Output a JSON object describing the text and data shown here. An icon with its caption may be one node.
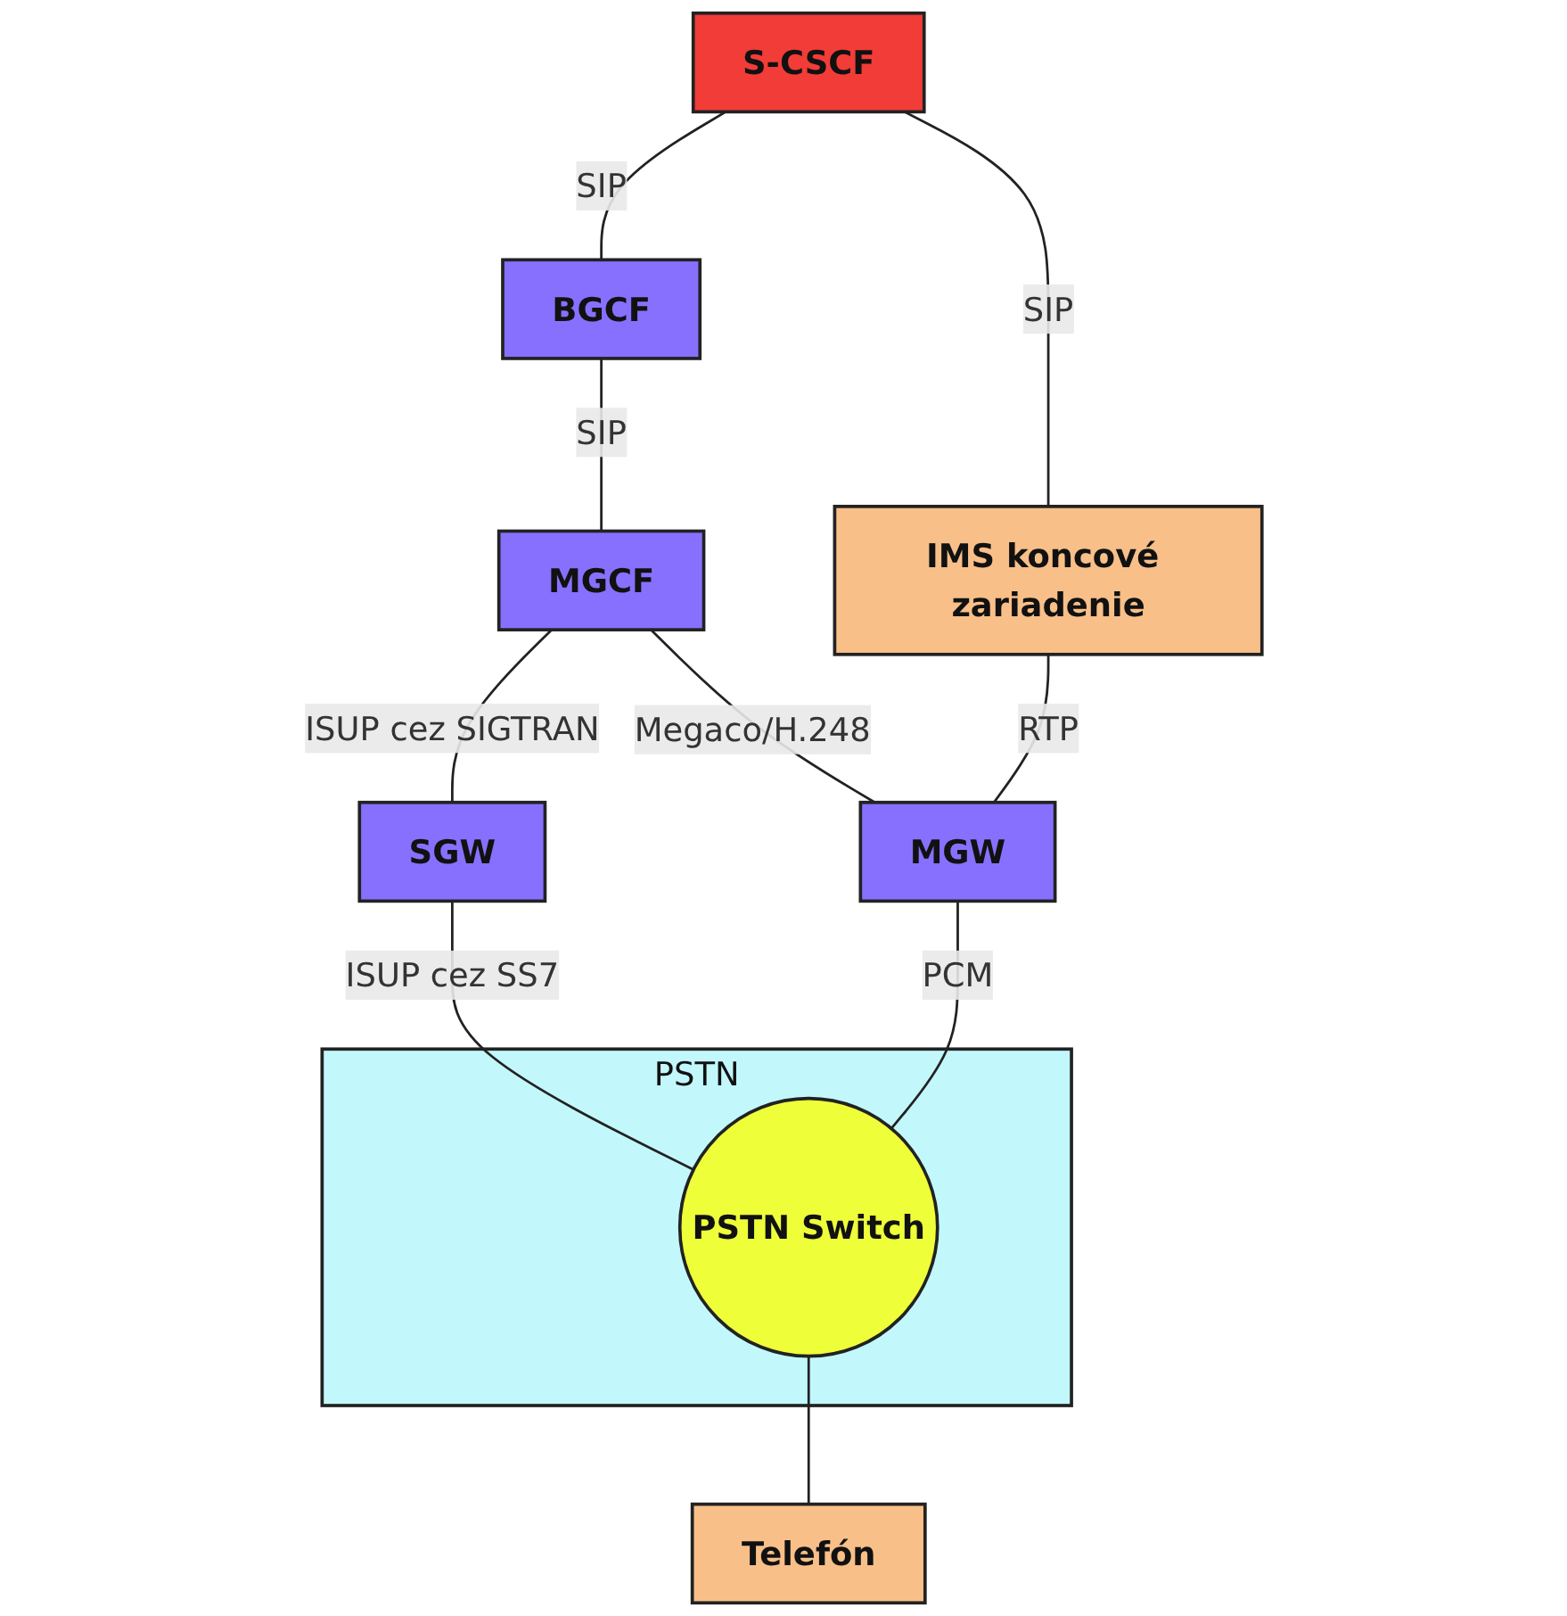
{
  "diagram": {
    "nodes": [
      {
        "text": [
          "S-CSCF"
        ]
      },
      {
        "text": [
          "BGCF"
        ]
      },
      {
        "text": [
          "IMS koncové zariadenie"
        ]
      },
      {
        "text": [
          "MGCF"
        ]
      },
      {
        "text": [
          "SGW"
        ]
      },
      {
        "text": [
          "MGW"
        ]
      },
      {
        "text": [
          "PSTN"
        ]
      },
      {
        "text": [
          "PSTN Switch"
        ],
        "in": 6
      },
      {
        "text": [
          "Telefón"
        ]
      }
    ],
    "edges": [
      {
        "from": 0,
        "to": 1,
        "arrow": "none",
        "label": "SIP"
      },
      {
        "from": 0,
        "to": 2,
        "arrow": "none",
        "label": "SIP"
      },
      {
        "from": 1,
        "to": 3,
        "arrow": "none",
        "label": "SIP"
      },
      {
        "from": 3,
        "to": 4,
        "arrow": "none",
        "label": "ISUP cez SIGTRAN"
      },
      {
        "from": 3,
        "to": 5,
        "arrow": "none",
        "label": "Megaco/H.248"
      },
      {
        "from": 2,
        "to": 5,
        "arrow": "none",
        "label": "RTP"
      },
      {
        "from": 4,
        "to": 7,
        "arrow": "none",
        "label": "ISUP cez SS7"
      },
      {
        "from": 5,
        "to": 7,
        "arrow": "none",
        "label": "PCM"
      },
      {
        "from": 7,
        "to": 8,
        "arrow": "none"
      }
    ]
  }
}
